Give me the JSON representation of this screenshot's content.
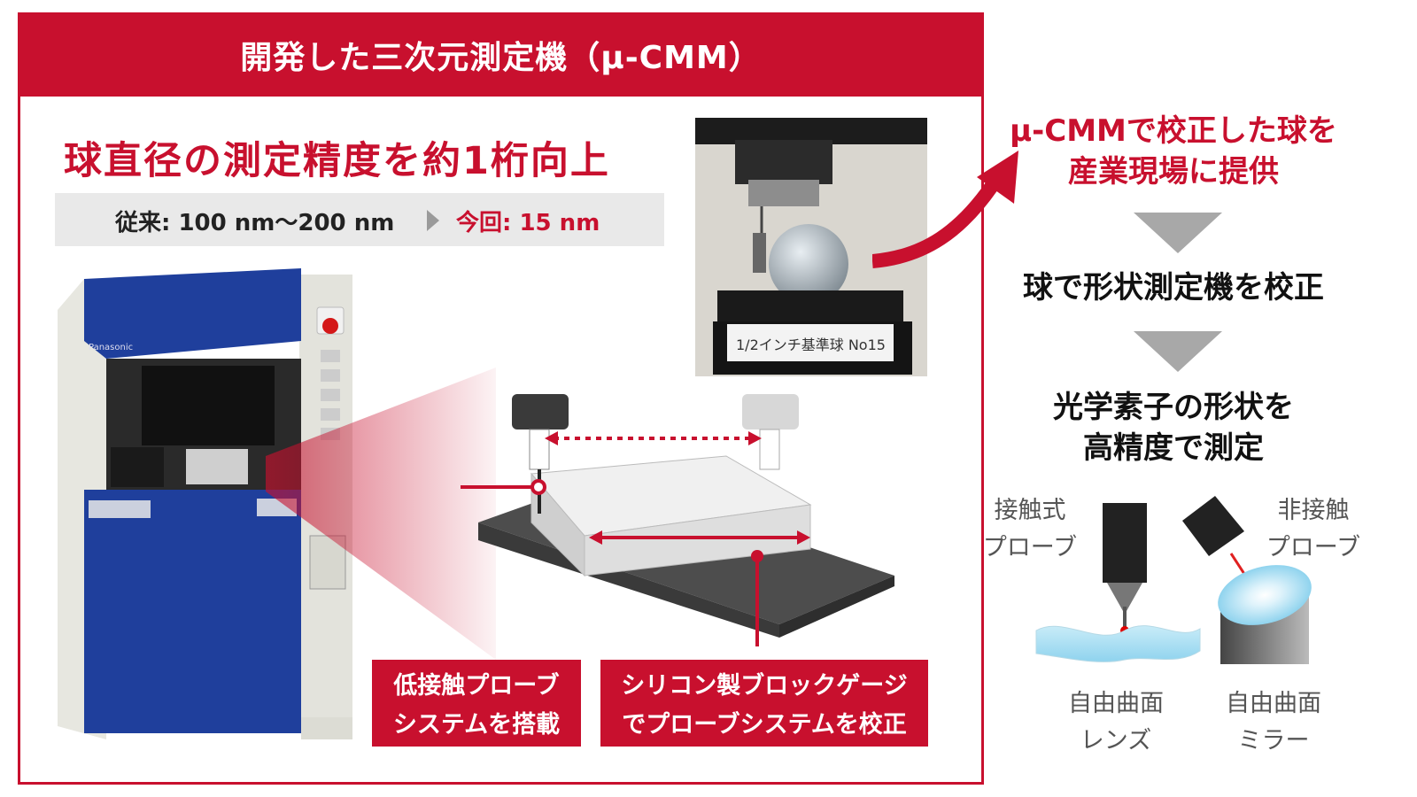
{
  "header": {
    "title": "開発した三次元測定機（μ-CMM）"
  },
  "headline": "球直径の測定精度を約1桁向上",
  "comparison": {
    "before": "従来: 100 nm～200 nm",
    "after": "今回: 15 nm"
  },
  "machine": {
    "brand": "Panasonic"
  },
  "photo": {
    "sphere_label": "1/2インチ基準球 No15"
  },
  "callouts": {
    "probe_line1": "低接触プローブ",
    "probe_line2": "システムを搭載",
    "gauge_line1": "シリコン製ブロックゲージ",
    "gauge_line2": "でプローブシステムを校正"
  },
  "flow": {
    "step1_line1": "μ-CMMで校正した球を",
    "step1_line2": "産業現場に提供",
    "step2": "球で形状測定機を校正",
    "step3_line1": "光学素子の形状を",
    "step3_line2": "高精度で測定"
  },
  "probes": {
    "contact_line1": "接触式",
    "contact_line2": "プローブ",
    "noncontact_line1": "非接触",
    "noncontact_line2": "プローブ",
    "lens_line1": "自由曲面",
    "lens_line2": "レンズ",
    "mirror_line1": "自由曲面",
    "mirror_line2": "ミラー"
  },
  "colors": {
    "accent": "#c8102e",
    "machine_blue": "#1f3f9c",
    "gray_box": "#e9e9e9"
  }
}
